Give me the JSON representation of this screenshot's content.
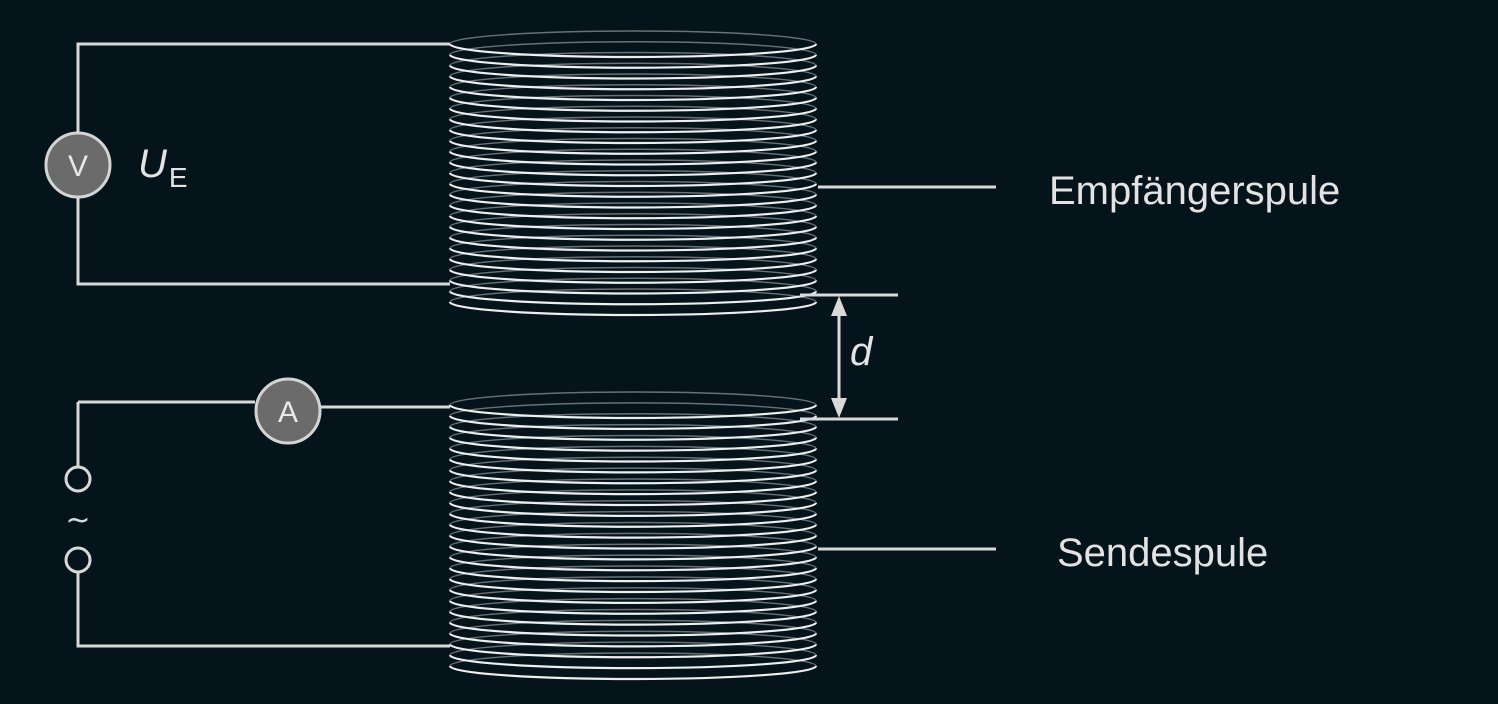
{
  "labels": {
    "receiver_coil": "Empfängerspule",
    "sender_coil": "Sendespule",
    "voltage_symbol": "U",
    "voltage_subscript": "E",
    "distance_symbol": "d"
  },
  "meters": {
    "voltmeter": "V",
    "ammeter": "A"
  },
  "source": {
    "ac_symbol": "~"
  },
  "colors": {
    "background": "#05141a",
    "wire": "#d9d9d9",
    "meter_fill": "#6b6b6b",
    "text": "#e3e3e3"
  }
}
